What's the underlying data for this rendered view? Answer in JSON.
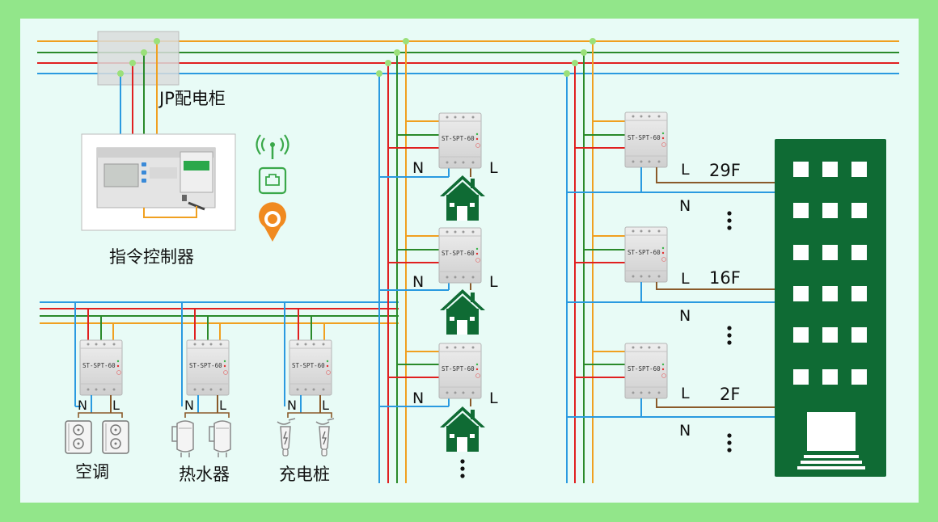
{
  "labels": {
    "jp_cabinet": "JP配电柜",
    "controller": "指令控制器",
    "air_conditioner": "空调",
    "water_heater": "热水器",
    "charging_pile": "充电桩",
    "neutral": "N",
    "live": "L",
    "device_model": "ST-SPT-60",
    "floor_top": "29F",
    "floor_mid": "16F",
    "floor_low": "2F"
  },
  "colors": {
    "background": "#92e68a",
    "panel": "#e8fbf6",
    "wire_orange": "#f0a020",
    "wire_green": "#2a8a2a",
    "wire_red": "#e02020",
    "wire_blue": "#2a9ae0",
    "wire_brown": "#8a5a2a",
    "node": "#9be07a",
    "building": "#0f6b34",
    "house": "#0f6b34",
    "icon_green": "#3aa84a",
    "pin_orange": "#f08a20"
  },
  "icons": {
    "antenna": "wireless-antenna-icon",
    "network": "ethernet-port-icon",
    "location": "location-pin-icon",
    "house": "house-icon",
    "building": "building-icon",
    "air_conditioner": "air-conditioner-icon",
    "water_heater": "water-heater-icon",
    "charging_pile": "scooter-charging-icon"
  }
}
